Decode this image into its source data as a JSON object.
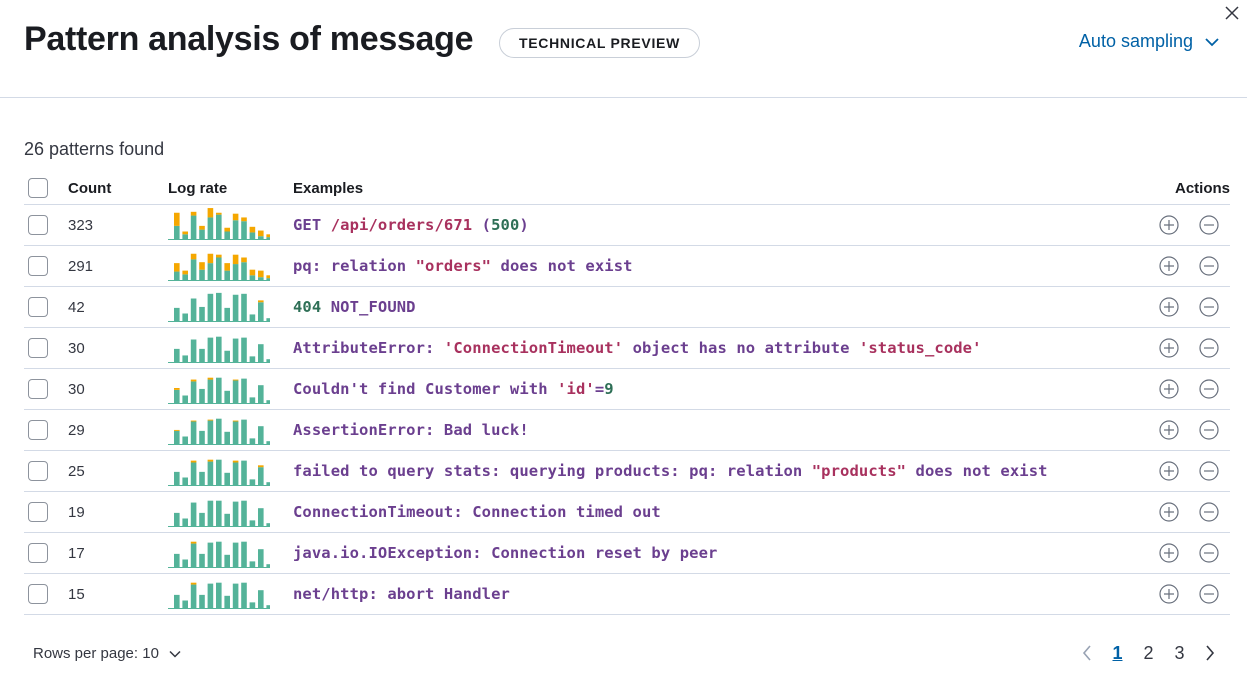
{
  "header": {
    "title": "Pattern analysis of message",
    "badge": "TECHNICAL PREVIEW",
    "sampling_label": "Auto sampling"
  },
  "summary": {
    "patterns_found": "26 patterns found"
  },
  "table": {
    "columns": {
      "count": "Count",
      "log_rate": "Log rate",
      "examples": "Examples",
      "actions": "Actions"
    },
    "rows": [
      {
        "count": "323",
        "tokens": [
          [
            "GET ",
            "k"
          ],
          [
            "/api/orders/671",
            "s"
          ],
          [
            " (",
            "p"
          ],
          [
            "500",
            "n"
          ],
          [
            ")",
            "p"
          ]
        ],
        "rate": [
          [
            14,
            14
          ],
          [
            5,
            3
          ],
          [
            25,
            4
          ],
          [
            10,
            4
          ],
          [
            23,
            10
          ],
          [
            26,
            2
          ],
          [
            8,
            4
          ],
          [
            20,
            7
          ],
          [
            19,
            4
          ],
          [
            7,
            6
          ],
          [
            3,
            6
          ],
          [
            2,
            3
          ]
        ]
      },
      {
        "count": "291",
        "tokens": [
          [
            "pq: relation ",
            "k"
          ],
          [
            "\"orders\"",
            "s"
          ],
          [
            " does not exist",
            "k"
          ]
        ],
        "rate": [
          [
            9,
            9
          ],
          [
            6,
            4
          ],
          [
            22,
            6
          ],
          [
            11,
            8
          ],
          [
            18,
            10
          ],
          [
            24,
            3
          ],
          [
            10,
            8
          ],
          [
            17,
            10
          ],
          [
            19,
            5
          ],
          [
            5,
            6
          ],
          [
            3,
            7
          ],
          [
            2,
            3
          ]
        ]
      },
      {
        "count": "42",
        "tokens": [
          [
            "404",
            "n"
          ],
          [
            " NOT_FOUND",
            "k"
          ]
        ],
        "rate": [
          [
            14,
            0
          ],
          [
            8,
            0
          ],
          [
            24,
            0
          ],
          [
            15,
            0
          ],
          [
            29,
            0
          ],
          [
            30,
            0
          ],
          [
            14,
            0
          ],
          [
            28,
            0
          ],
          [
            29,
            0
          ],
          [
            7,
            0
          ],
          [
            20,
            2
          ],
          [
            3,
            0
          ]
        ]
      },
      {
        "count": "30",
        "tokens": [
          [
            "AttributeError: ",
            "k"
          ],
          [
            "'ConnectionTimeout'",
            "s"
          ],
          [
            " object has no attribute ",
            "k"
          ],
          [
            "'status_code'",
            "s"
          ]
        ],
        "rate": [
          [
            14,
            0
          ],
          [
            7,
            0
          ],
          [
            24,
            0
          ],
          [
            14,
            0
          ],
          [
            26,
            0
          ],
          [
            27,
            0
          ],
          [
            12,
            0
          ],
          [
            25,
            0
          ],
          [
            26,
            0
          ],
          [
            6,
            0
          ],
          [
            19,
            0
          ],
          [
            3,
            0
          ]
        ]
      },
      {
        "count": "30",
        "tokens": [
          [
            "Couldn't find Customer with ",
            "k"
          ],
          [
            "'id'",
            "s"
          ],
          [
            "=",
            "p"
          ],
          [
            "9",
            "n"
          ]
        ],
        "rate": [
          [
            14,
            2
          ],
          [
            8,
            0
          ],
          [
            23,
            2
          ],
          [
            15,
            0
          ],
          [
            25,
            2
          ],
          [
            27,
            0
          ],
          [
            13,
            0
          ],
          [
            24,
            1
          ],
          [
            26,
            0
          ],
          [
            6,
            0
          ],
          [
            19,
            0
          ],
          [
            3,
            0
          ]
        ]
      },
      {
        "count": "29",
        "tokens": [
          [
            "AssertionError: Bad luck!",
            "k"
          ]
        ],
        "rate": [
          [
            14,
            1
          ],
          [
            8,
            0
          ],
          [
            24,
            1
          ],
          [
            14,
            0
          ],
          [
            25,
            1
          ],
          [
            27,
            0
          ],
          [
            13,
            0
          ],
          [
            24,
            1
          ],
          [
            26,
            0
          ],
          [
            6,
            0
          ],
          [
            19,
            0
          ],
          [
            3,
            0
          ]
        ]
      },
      {
        "count": "25",
        "tokens": [
          [
            "failed to query stats: querying products: pq: relation ",
            "k"
          ],
          [
            "\"products\"",
            "s"
          ],
          [
            " does not exist",
            "k"
          ]
        ],
        "rate": [
          [
            14,
            0
          ],
          [
            8,
            0
          ],
          [
            24,
            2
          ],
          [
            14,
            0
          ],
          [
            25,
            2
          ],
          [
            27,
            0
          ],
          [
            13,
            0
          ],
          [
            24,
            2
          ],
          [
            26,
            0
          ],
          [
            6,
            0
          ],
          [
            19,
            2
          ],
          [
            3,
            0
          ]
        ]
      },
      {
        "count": "19",
        "tokens": [
          [
            "ConnectionTimeout: Connection timed out",
            "k"
          ]
        ],
        "rate": [
          [
            14,
            0
          ],
          [
            8,
            0
          ],
          [
            25,
            0
          ],
          [
            14,
            0
          ],
          [
            27,
            0
          ],
          [
            27,
            0
          ],
          [
            13,
            0
          ],
          [
            26,
            0
          ],
          [
            27,
            0
          ],
          [
            6,
            0
          ],
          [
            19,
            0
          ],
          [
            3,
            0
          ]
        ]
      },
      {
        "count": "17",
        "tokens": [
          [
            "java.io.IOException: Connection reset by peer",
            "k"
          ]
        ],
        "rate": [
          [
            14,
            0
          ],
          [
            8,
            0
          ],
          [
            25,
            2
          ],
          [
            14,
            0
          ],
          [
            26,
            0
          ],
          [
            27,
            0
          ],
          [
            13,
            0
          ],
          [
            26,
            0
          ],
          [
            27,
            0
          ],
          [
            6,
            0
          ],
          [
            19,
            0
          ],
          [
            3,
            0
          ]
        ]
      },
      {
        "count": "15",
        "tokens": [
          [
            "net/http: abort Handler",
            "k"
          ]
        ],
        "rate": [
          [
            14,
            0
          ],
          [
            8,
            0
          ],
          [
            25,
            2
          ],
          [
            14,
            0
          ],
          [
            26,
            0
          ],
          [
            27,
            0
          ],
          [
            13,
            0
          ],
          [
            26,
            0
          ],
          [
            27,
            0
          ],
          [
            6,
            0
          ],
          [
            19,
            0
          ],
          [
            3,
            0
          ]
        ]
      }
    ]
  },
  "footer": {
    "rows_per_page": "Rows per page: 10",
    "pages": [
      "1",
      "2",
      "3"
    ],
    "active_page": "1"
  },
  "colors": {
    "rate_primary": "#54b399",
    "rate_secondary": "#f5a700",
    "link": "#0061a6"
  },
  "icons": {
    "close": "close-icon",
    "chevron": "chevron-down-icon",
    "filter_in": "plus-in-circle-icon",
    "filter_out": "minus-in-circle-icon",
    "prev": "arrow-left-icon",
    "next": "arrow-right-icon"
  }
}
